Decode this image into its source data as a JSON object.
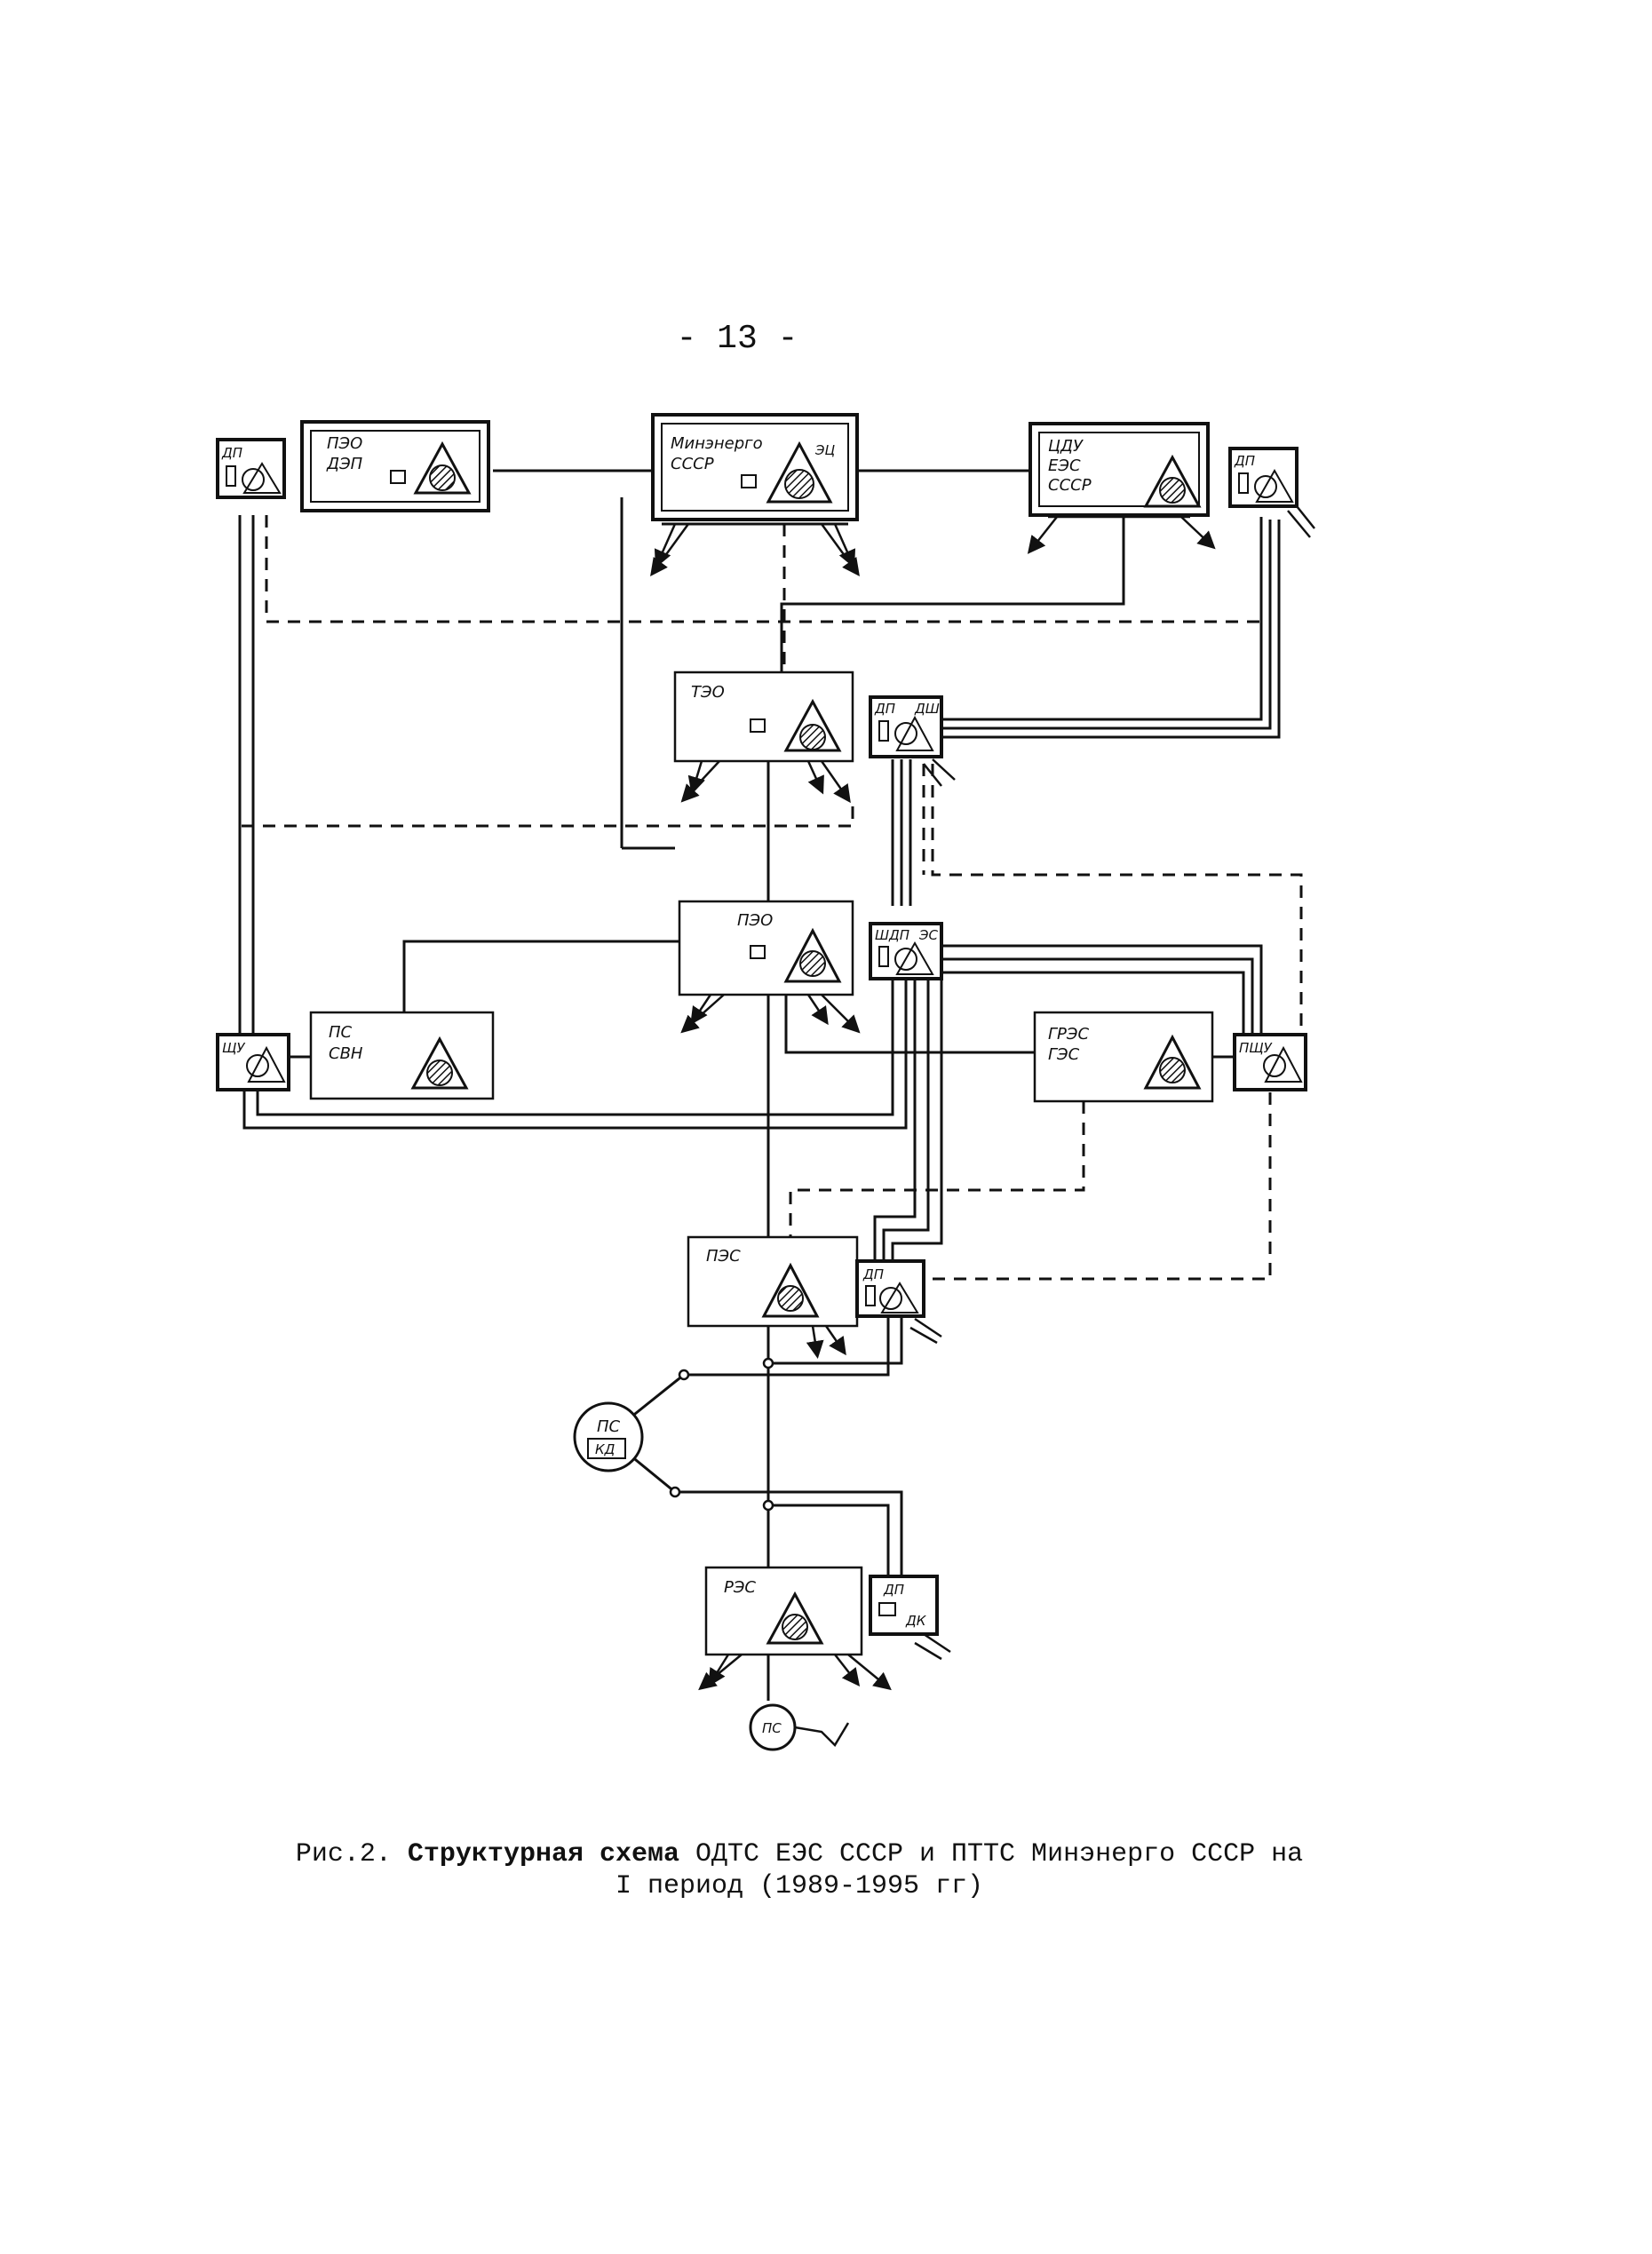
{
  "page_number": "- 13 -",
  "nodes": {
    "pzo_dzp": "ПЭО ДЭП",
    "pzo_dzp_line2": "ДЭП",
    "minenergo": "Минэнерго",
    "minenergo_line2": "СССР",
    "ec": "ЭЦ",
    "cdu": "ЦДУ",
    "cdu_line2": "ЕЭС",
    "cdu_line3": "СССР",
    "dp": "ДП",
    "teo": "ТЭО",
    "dsh": "ДШ",
    "pzo": "ПЭО",
    "shdp": "ШДП",
    "es": "ЭС",
    "shu": "ЩУ",
    "ps": "ПС",
    "svn": "СВН",
    "gres": "ГРЭС",
    "ges": "ГЭС",
    "pshu": "ПЩУ",
    "pes": "ПЭС",
    "kd": "КД",
    "res": "РЭС",
    "dk": "ДК"
  },
  "caption": {
    "prefix": "Рис.2.",
    "bold": "Структурная схема",
    "rest": "ОДТС ЕЭС СССР и ПТТС Минэнерго СССР на",
    "line2": "I период (1989-1995 гг)"
  }
}
